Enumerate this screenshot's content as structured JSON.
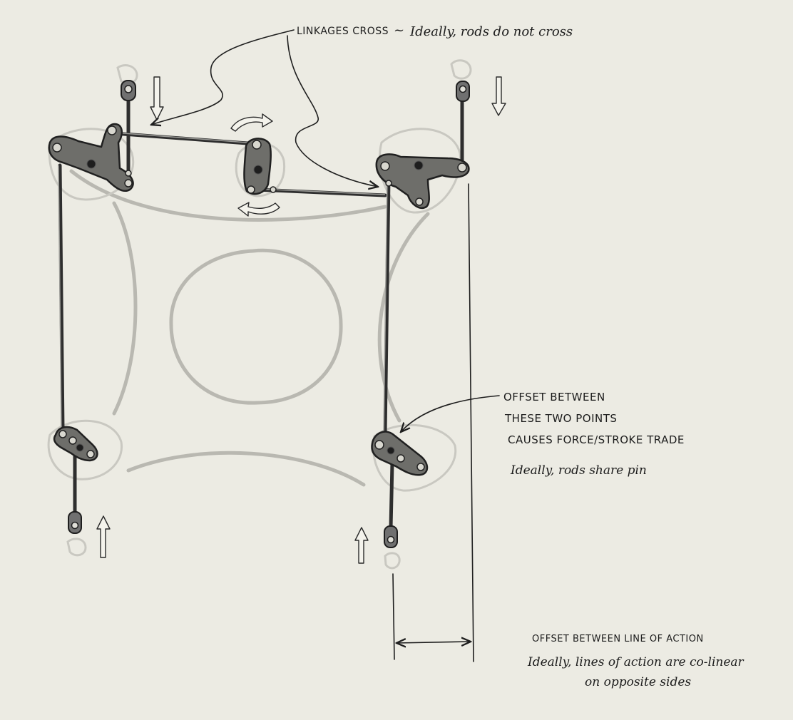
{
  "annotations": {
    "linkages_label": "LINKAGES CROSS",
    "linkages_tilde": "~",
    "linkages_note": "Ideally, rods do not cross",
    "offset_points_line1": "OFFSET BETWEEN",
    "offset_points_line2": "THESE TWO POINTS",
    "offset_points_line3": "CAUSES FORCE/STROKE TRADE",
    "share_pin_note": "Ideally, rods share pin",
    "offset_action_label": "OFFSET BETWEEN LINE OF ACTION",
    "colinear_note_line1": "Ideally, lines of action are co-linear",
    "colinear_note_line2": "on opposite sides"
  },
  "colors": {
    "background": "#ecebe3",
    "ink": "#1c1c1c",
    "ghost_sketch": "#b9b8b1",
    "crank_fill": "#6e6e6a"
  },
  "icons": [
    "hollow-down-arrow",
    "hollow-up-arrow",
    "rotation-arrow-clockwise",
    "rotation-arrow-counterclockwise",
    "pin-joint",
    "clevis-end"
  ]
}
